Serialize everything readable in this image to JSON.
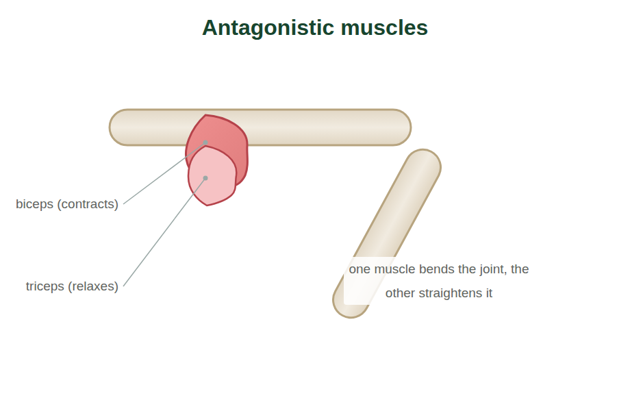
{
  "diagram": {
    "title": "Antagonistic muscles",
    "labels": [
      "biceps (contracts)",
      "triceps (relaxes)",
      "one muscle bends the joint, the other straightens it"
    ]
  }
}
